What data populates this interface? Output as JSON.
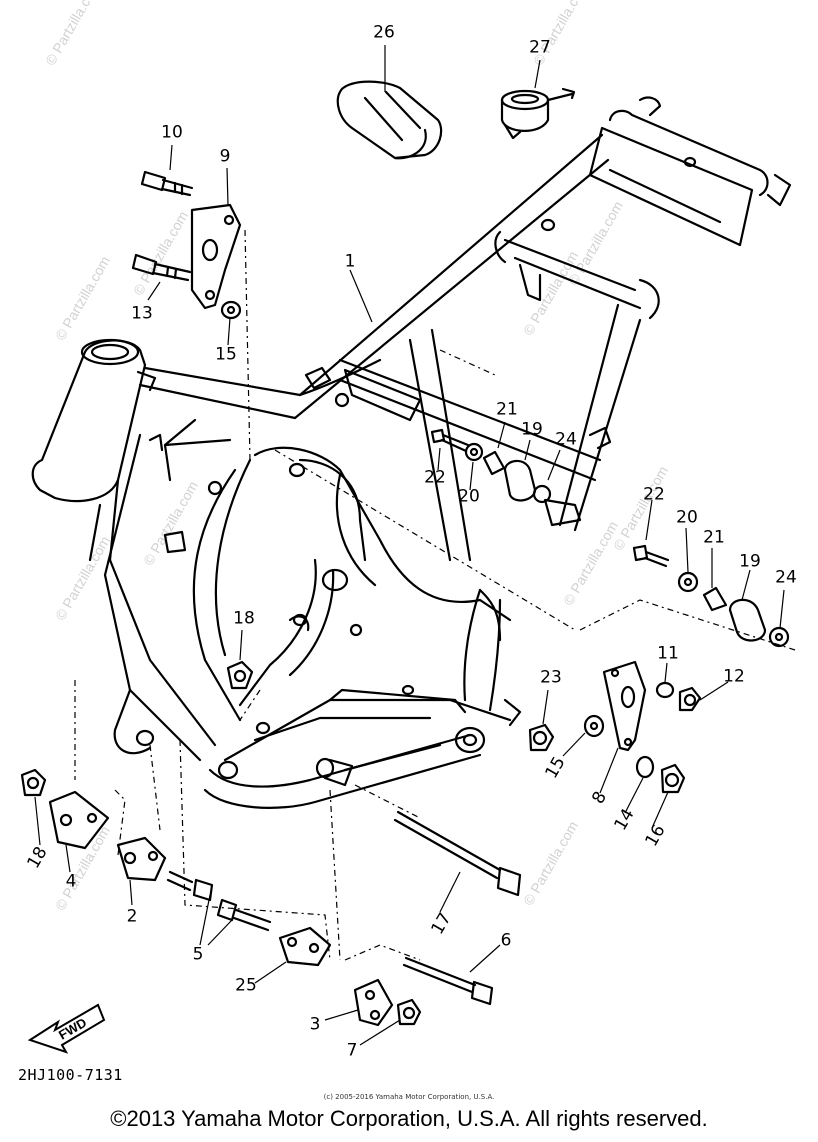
{
  "diagram": {
    "callouts": [
      "26",
      "27",
      "10",
      "9",
      "1",
      "13",
      "15",
      "21",
      "19",
      "24",
      "22",
      "20",
      "22",
      "20",
      "21",
      "19",
      "24",
      "18",
      "23",
      "11",
      "12",
      "15",
      "8",
      "14",
      "16",
      "18",
      "4",
      "2",
      "5",
      "17",
      "6",
      "25",
      "3",
      "7"
    ],
    "fwd_label": "FWD",
    "part_code": "2HJ100-7131"
  },
  "watermark": {
    "text": "© Partzilla.com"
  },
  "footer": {
    "small_copyright": "(c) 2005-2016 Yamaha Motor Corporation, U.S.A.",
    "copyright": "©2013 Yamaha Motor Corporation, U.S.A. All rights reserved."
  },
  "colors": {
    "line": "#000000",
    "background": "#ffffff",
    "watermark": "#d2d2d2"
  }
}
